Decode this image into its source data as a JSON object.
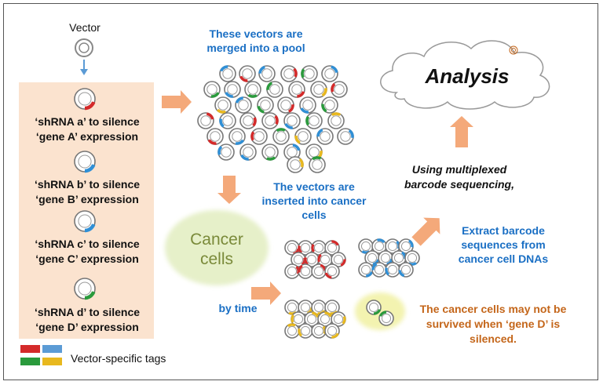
{
  "vector_label": "Vector",
  "shrna_panel": {
    "items": [
      {
        "line1": "‘shRNA a’ to silence",
        "line2": "‘gene A’ expression",
        "tag_color": "#d42a2a"
      },
      {
        "line1": "‘shRNA b’ to silence",
        "line2": "‘gene B’ expression",
        "tag_color": "#2f8fd6"
      },
      {
        "line1": "‘shRNA c’ to silence",
        "line2": "‘gene C’ expression",
        "tag_color": "#d42a2a"
      },
      {
        "line1": "‘shRNA d’ to silence",
        "line2": "‘gene D’ expression",
        "tag_color": "#2a9a3c"
      }
    ]
  },
  "legend_label": "Vector-specific tags",
  "pool_text": {
    "line1": "These vectors are",
    "line2": "merged into a pool"
  },
  "inserted_text": {
    "line1": "The vectors are",
    "line2": "inserted into cancer",
    "line3": "cells"
  },
  "cancer_cells": {
    "line1": "Cancer",
    "line2": "cells"
  },
  "by_time": "by time",
  "extract_text": {
    "line1": "Extract barcode",
    "line2": "sequences from",
    "line3": "cancer cell DNAs"
  },
  "multiplex_text": {
    "line1": "Using multiplexed",
    "line2": "barcode sequencing,"
  },
  "analysis": "Analysis",
  "survival_text": {
    "line1": "The cancer cells may not be",
    "line2": "survived when ‘gene D’ is",
    "line3": "silenced."
  },
  "colors": {
    "red": "#d42a2a",
    "blue": "#2f8fd6",
    "green": "#2a9a3c",
    "yellow": "#e8b81e",
    "panel": "#fbe3cf",
    "arrow": "#f4a97a",
    "cancer_blob": "#e6f0c9",
    "text_blue": "#1a6fc4",
    "text_orange": "#c4661a"
  }
}
